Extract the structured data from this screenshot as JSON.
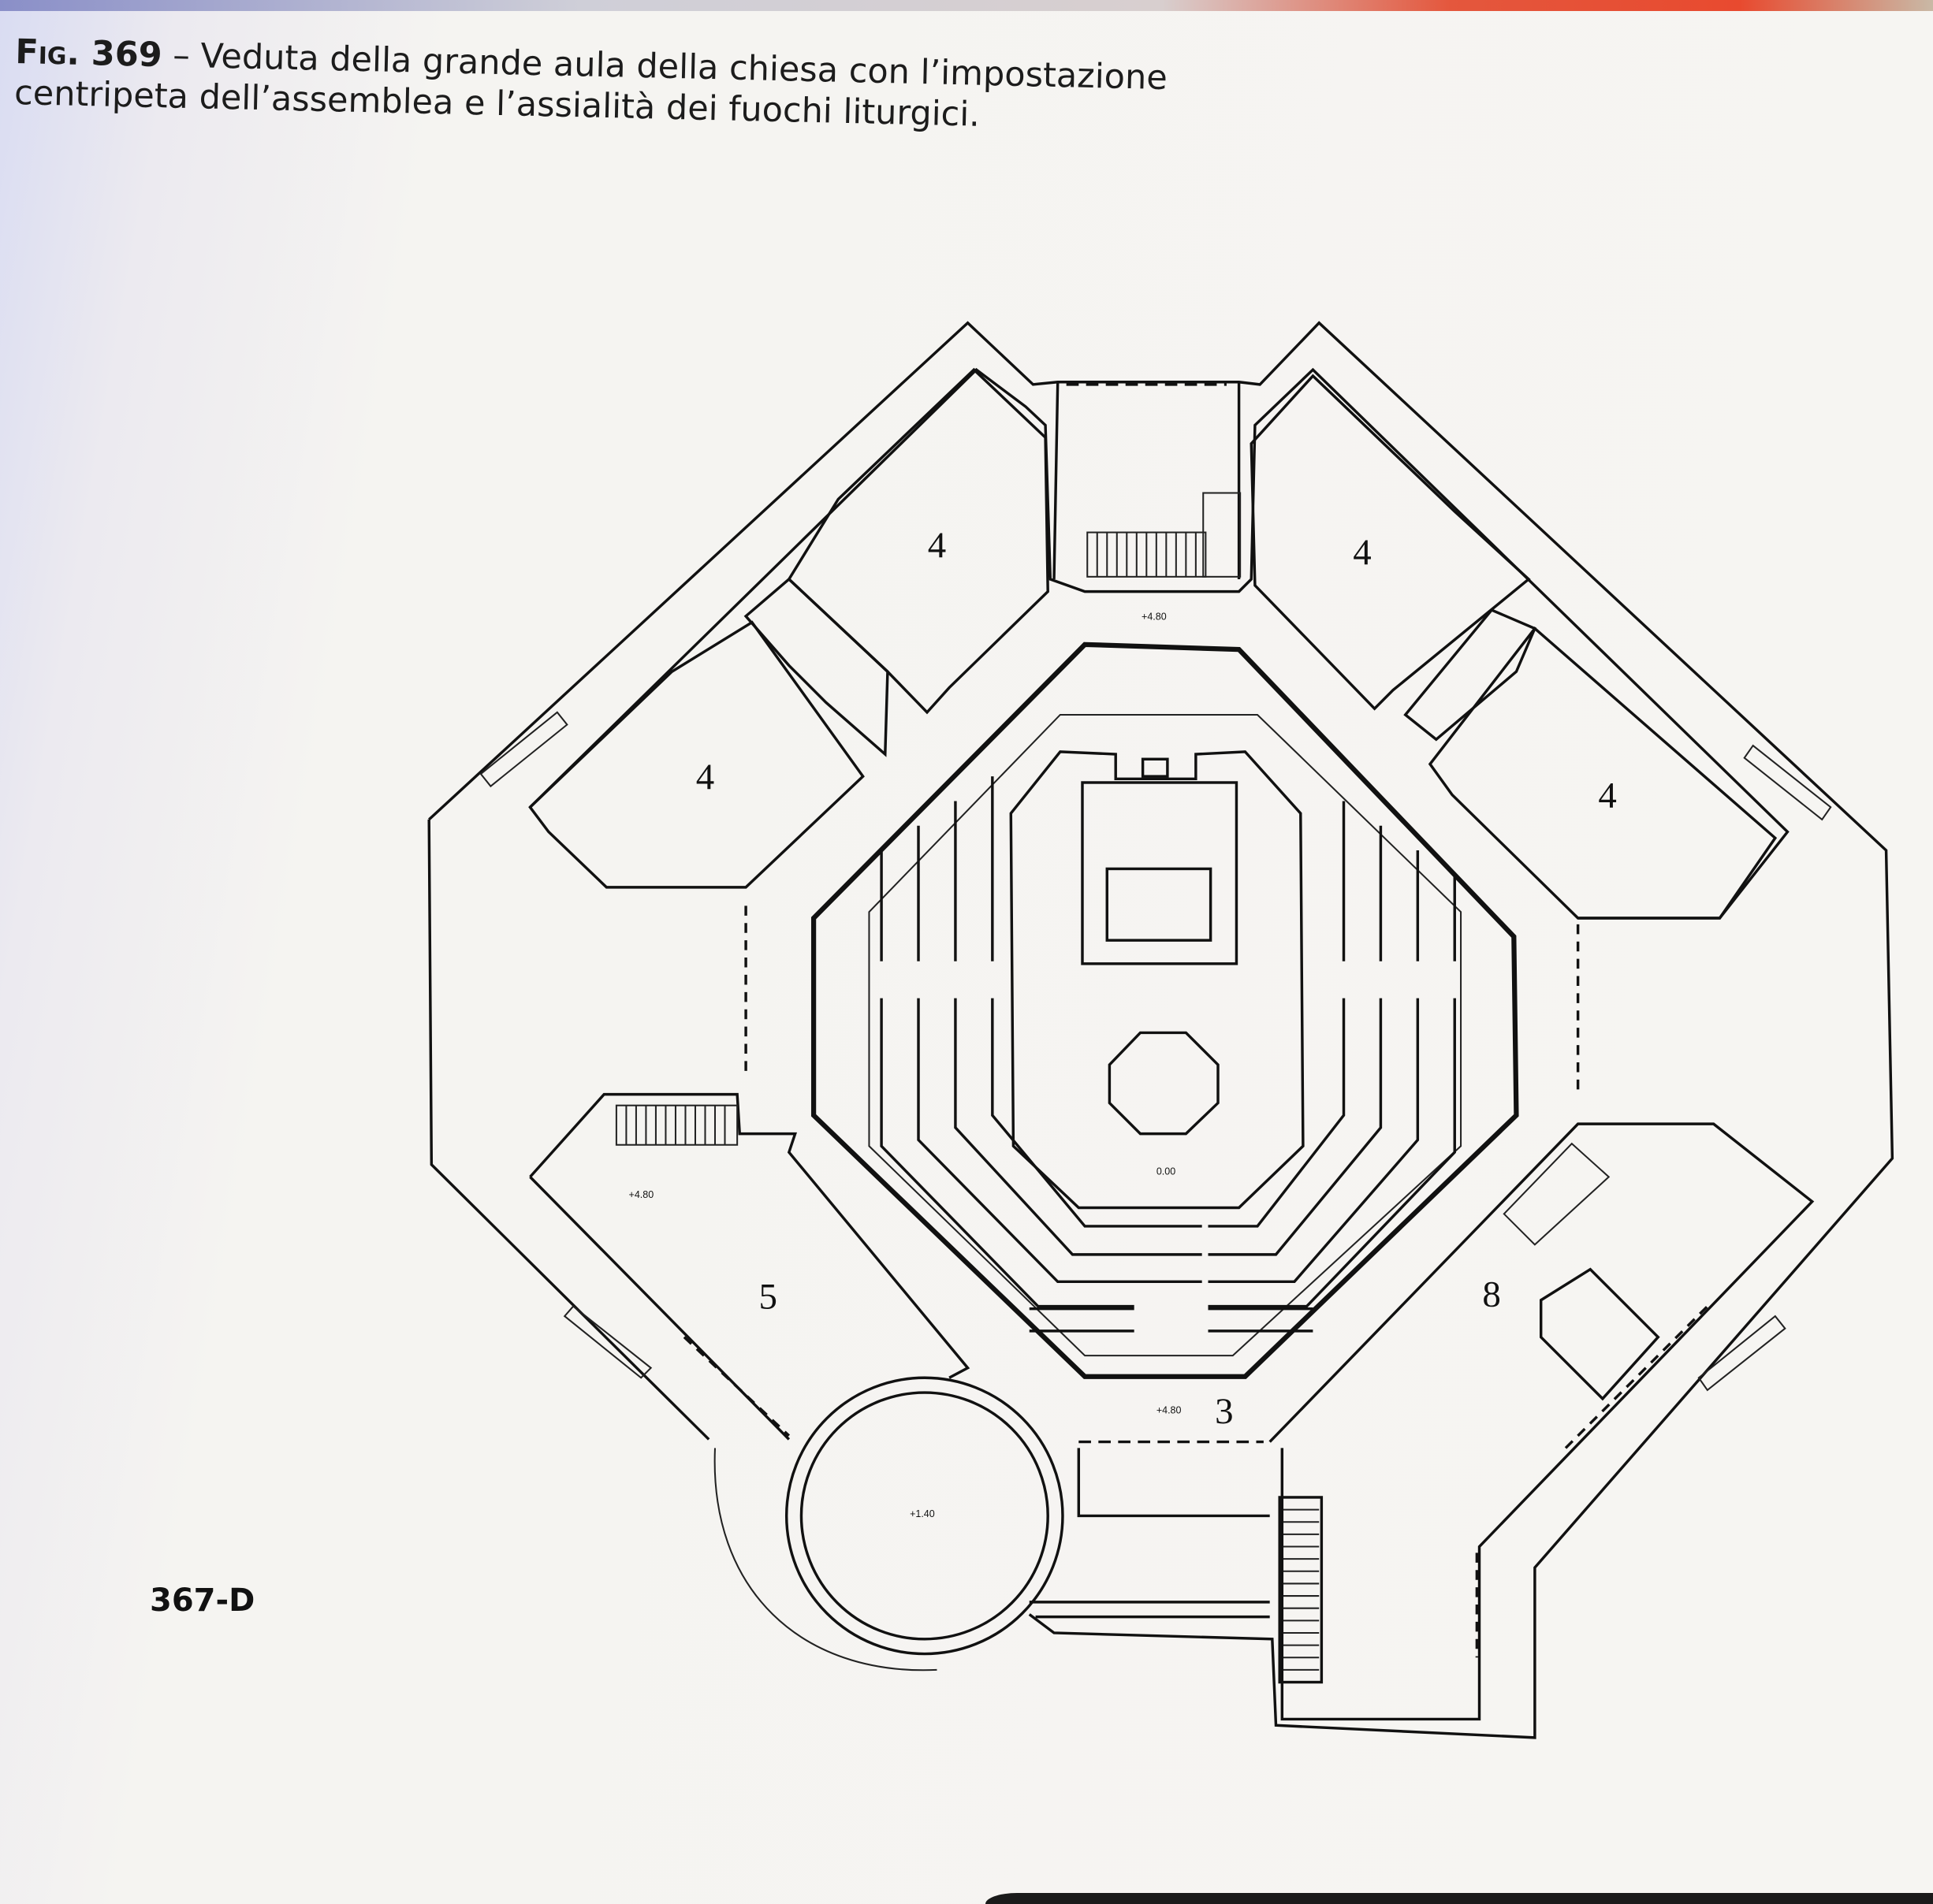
{
  "caption": {
    "figure_label": "Fig. 369",
    "text": " – Veduta della grande aula della chiesa con l’impostazione centripeta dell’assemblea e l’assialità dei fuochi liturgici."
  },
  "page_label": "367-D",
  "plan": {
    "room_numbers": {
      "room_nw_upper": "4",
      "room_ne_upper": "4",
      "room_nw_lower": "4",
      "room_ne_lower": "4",
      "room_sw": "5",
      "entrance": "3",
      "room_se": "8"
    },
    "elevations": {
      "north_corridor": "+4.80",
      "nave_floor": "0.00",
      "room_5": "+4.80",
      "entrance": "+4.80",
      "round_room": "+1.40"
    }
  }
}
